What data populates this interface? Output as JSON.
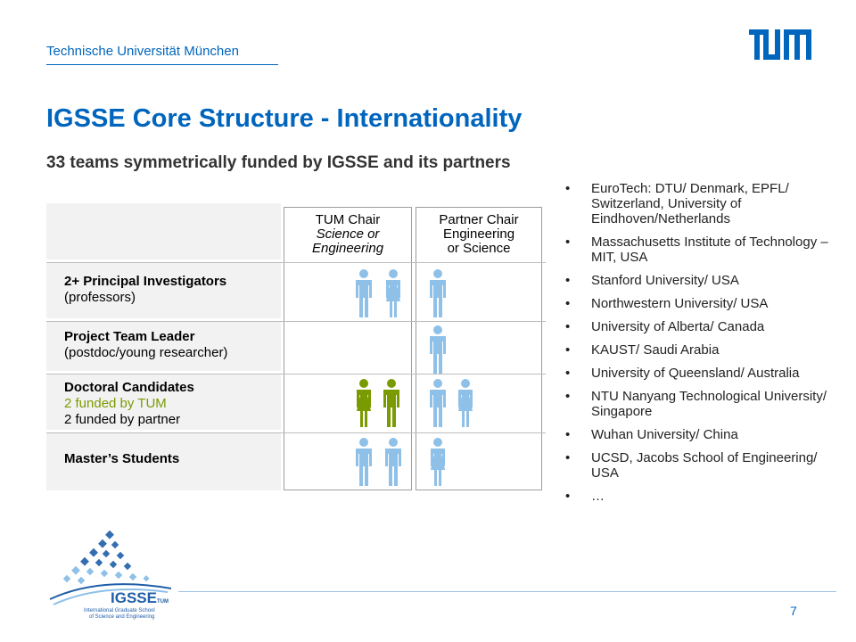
{
  "header": {
    "university": "Technische Universität München",
    "logo_text": "TUM"
  },
  "slide": {
    "title": "IGSSE Core Structure - Internationality",
    "subtitle": "33 teams symmetrically funded by IGSSE and its partners",
    "page_number": "7"
  },
  "table": {
    "col1": [
      "TUM Chair",
      "Science or",
      "Engineering"
    ],
    "col2": [
      "Partner Chair",
      "Engineering",
      "or Science"
    ],
    "rows": [
      {
        "title": "2+ Principal Investigators",
        "lines": [
          "(professors)"
        ]
      },
      {
        "title": "Project Team Leader",
        "lines": [
          "(postdoc/young researcher)"
        ]
      },
      {
        "title": "Doctoral Candidates",
        "green": "2 funded by TUM",
        "lines": [
          "2 funded by partner"
        ]
      },
      {
        "title": "Master’s Students",
        "lines": []
      }
    ]
  },
  "partners": [
    "EuroTech: DTU/ Denmark, EPFL/ Switzerland, University of Eindhoven/Netherlands",
    "Massachusetts Institute of Technology – MIT, USA",
    "Stanford University/ USA",
    "Northwestern University/ USA",
    "University of Alberta/ Canada",
    "KAUST/ Saudi Arabia",
    "University of Queensland/ Australia",
    "NTU Nanyang Technological University/ Singapore",
    "Wuhan University/ China",
    "UCSD, Jacobs School of Engineering/ USA",
    "…"
  ],
  "igsse_logo": {
    "name": "IGSSE",
    "suffix": "TUM",
    "line1": "International Graduate School",
    "line2": "of Science and Engineering"
  },
  "colors": {
    "tum_blue": "#0065bd",
    "figure_blue": "#8ec0e8",
    "figure_green": "#7a9a01",
    "light_gray": "#f2f2f2"
  }
}
